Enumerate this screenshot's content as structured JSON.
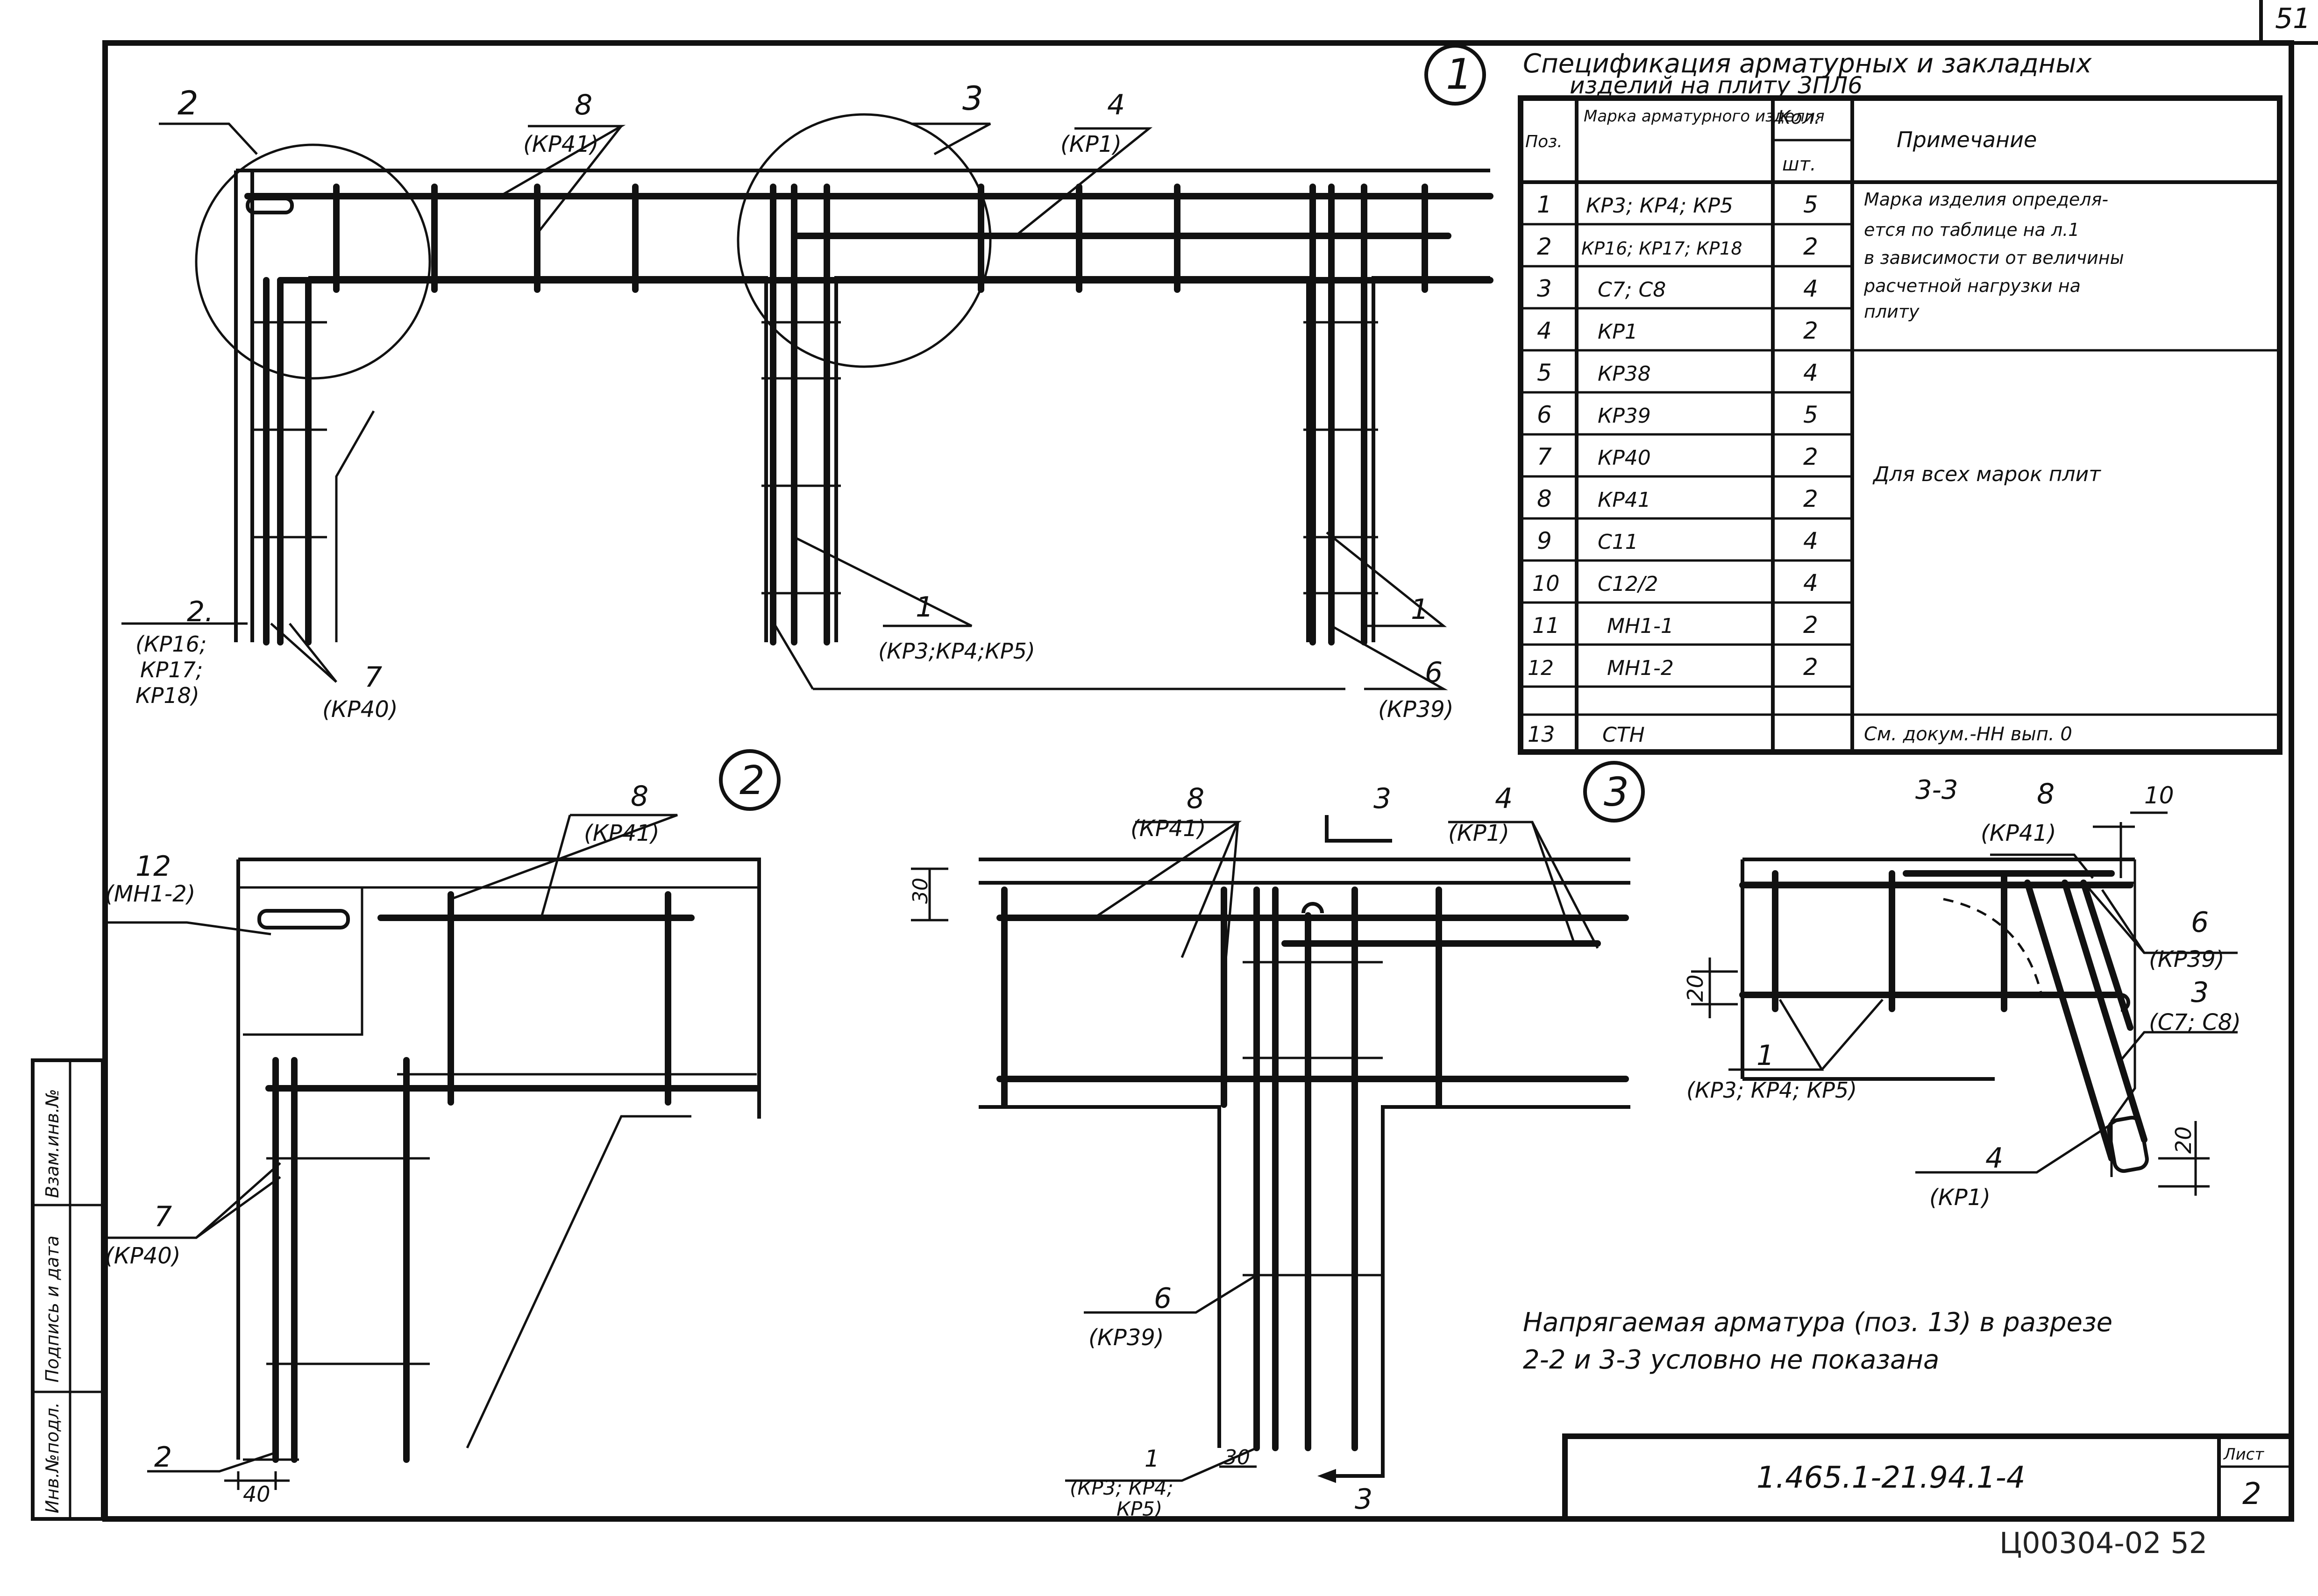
{
  "sheet": {
    "page_corner_number": "51",
    "document_code": "1.465.1-21.94.1-4",
    "sheet_label": "Лист",
    "sheet_number": "2",
    "archive_stamp": "Ц00304-02  52",
    "side_stamp": [
      "Инв.№подл.",
      "Подпись и дата",
      "Взам.инв.№"
    ]
  },
  "spec_table": {
    "title_line1": "Спецификация арматурных и закладных",
    "title_line2": "изделий на плиту 3ПЛ6",
    "headers": {
      "pos": "Поз.",
      "mark": "Марка арматурного изделия",
      "qty_top": "Кол.",
      "qty_unit": "шт.",
      "note": "Примечание"
    },
    "rows": [
      {
        "pos": "1",
        "mark": "КР3; КР4; КР5",
        "qty": "5"
      },
      {
        "pos": "2",
        "mark": "КР16; КР17; КР18",
        "qty": "2"
      },
      {
        "pos": "3",
        "mark": "С7; С8",
        "qty": "4"
      },
      {
        "pos": "4",
        "mark": "КР1",
        "qty": "2"
      },
      {
        "pos": "5",
        "mark": "КР38",
        "qty": "4"
      },
      {
        "pos": "6",
        "mark": "КР39",
        "qty": "5"
      },
      {
        "pos": "7",
        "mark": "КР40",
        "qty": "2"
      },
      {
        "pos": "8",
        "mark": "КР41",
        "qty": "2"
      },
      {
        "pos": "9",
        "mark": "С11",
        "qty": "4"
      },
      {
        "pos": "10",
        "mark": "С12/2",
        "qty": "4"
      },
      {
        "pos": "11",
        "mark": "МН1-1",
        "qty": "2"
      },
      {
        "pos": "12",
        "mark": "МН1-2",
        "qty": "2"
      },
      {
        "pos": "13",
        "mark": "СТН",
        "qty": ""
      }
    ],
    "note_1": [
      "Марка изделия определя-",
      "ется по таблице на л.1",
      "в зависимости от величины",
      "расчетной нагрузки на",
      "плиту"
    ],
    "note_2": "Для всех марок плит",
    "note_3": "См. докум.-НН вып. 0"
  },
  "view1": {
    "circle_label": "1",
    "callouts": {
      "c2": "2",
      "c8": "8",
      "c8m": "(КР41)",
      "c3": "3",
      "c4": "4",
      "c4m": "(КР1)",
      "c2b": "2.",
      "c2bm1": "(КР16;",
      "c2bm2": "КР17;",
      "c2bm3": "КР18)",
      "c7": "7",
      "c7m": "(КР40)",
      "c1a": "1",
      "c1am": "(КР3;КР4;КР5)",
      "c1b": "1",
      "c6": "6",
      "c6m": "(КР39)"
    }
  },
  "view2": {
    "circle_label": "2",
    "callouts": {
      "c8": "8",
      "c8m": "(КР41)",
      "c12": "12",
      "c12m": "(МН1-2)",
      "c7": "7",
      "c7m": "(КР40)",
      "c2": "2",
      "dim40": "40"
    }
  },
  "view3": {
    "circle_label": "3",
    "section_mark": "3",
    "section_mark_bottom": "3",
    "callouts": {
      "c8": "8",
      "c8m": "(КР41)",
      "c4": "4",
      "c4m": "(КР1)",
      "c6": "6",
      "c6m": "(КР39)",
      "c1": "1",
      "c1m1": "(КР3; КР4;",
      "c1m2": "КР5)",
      "dim30a": "30",
      "dim30b": "30"
    }
  },
  "section33": {
    "title": "3-3",
    "callouts": {
      "c8": "8",
      "c8m": "(КР41)",
      "dim10": "10",
      "c6": "6",
      "c6m": "(КР39)",
      "c3": "3",
      "c3m": "(С7; С8)",
      "c1": "1",
      "c1m": "(КР3; КР4; КР5)",
      "c4": "4",
      "c4m": "(КР1)",
      "dim20a": "20",
      "dim20b": "20"
    }
  },
  "general_note": {
    "line1": "Напрягаемая арматура (поз. 13) в разрезе",
    "line2": "2-2 и 3-3 условно не показана"
  }
}
